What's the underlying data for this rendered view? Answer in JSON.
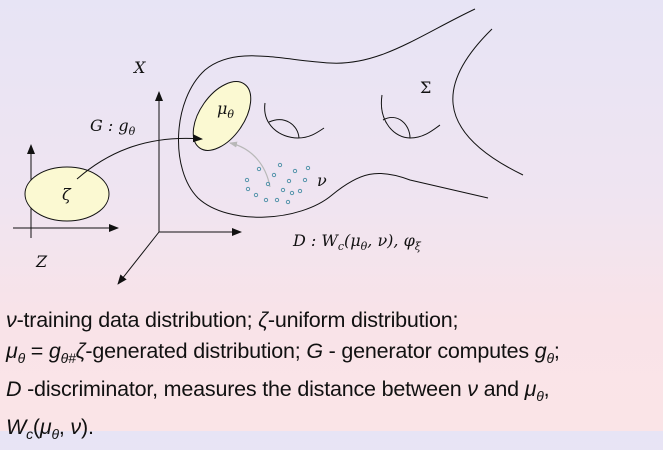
{
  "diagram": {
    "labels": {
      "x_space": [
        {
          "t": "X",
          "s": "i"
        }
      ],
      "z_space": [
        {
          "t": "Z",
          "s": "i"
        }
      ],
      "zeta": [
        {
          "t": "ζ",
          "s": "i"
        }
      ],
      "mu_theta": [
        {
          "t": "μ",
          "s": "i"
        },
        {
          "t": "θ",
          "s": "sub"
        }
      ],
      "generator": [
        {
          "t": "G : g",
          "s": "i"
        },
        {
          "t": "θ",
          "s": "sub"
        }
      ],
      "nu": [
        {
          "t": "ν",
          "s": "i"
        }
      ],
      "sigma": [
        {
          "t": "Σ",
          "s": "n"
        }
      ],
      "discriminator": [
        {
          "t": "D : W",
          "s": "i"
        },
        {
          "t": "c",
          "s": "sub"
        },
        {
          "t": "(μ",
          "s": "i"
        },
        {
          "t": "θ",
          "s": "sub"
        },
        {
          "t": ", ν), φ",
          "s": "i"
        },
        {
          "t": "ξ",
          "s": "sub"
        }
      ]
    },
    "colors": {
      "ellipse_fill": "#fbf9d2",
      "dot": "#4a8fa6",
      "stroke": "#111111",
      "gray_arrow": "#b8b8b8"
    }
  },
  "caption": {
    "lines": [
      [
        {
          "t": "ν",
          "s": "i"
        },
        {
          "t": "-training data distribution; ",
          "s": "n"
        },
        {
          "t": "ζ",
          "s": "i"
        },
        {
          "t": "-uniform distribution;",
          "s": "n"
        }
      ],
      [
        {
          "t": "μ",
          "s": "i"
        },
        {
          "t": "θ",
          "s": "sub"
        },
        {
          "t": " = ",
          "s": "n"
        },
        {
          "t": "g",
          "s": "i"
        },
        {
          "t": "θ#",
          "s": "sub"
        },
        {
          "t": "ζ",
          "s": "i"
        },
        {
          "t": "-generated distribution; ",
          "s": "n"
        },
        {
          "t": "G",
          "s": "i"
        },
        {
          "t": " - generator computes ",
          "s": "n"
        },
        {
          "t": "g",
          "s": "i"
        },
        {
          "t": "θ",
          "s": "sub"
        },
        {
          "t": ";",
          "s": "n"
        }
      ],
      [
        {
          "t": "D",
          "s": "i"
        },
        {
          "t": " -discriminator, measures the distance between ",
          "s": "n"
        },
        {
          "t": "ν",
          "s": "i"
        },
        {
          "t": " and ",
          "s": "n"
        },
        {
          "t": "μ",
          "s": "i"
        },
        {
          "t": "θ",
          "s": "sub"
        },
        {
          "t": ",",
          "s": "n"
        }
      ],
      [
        {
          "t": "W",
          "s": "i"
        },
        {
          "t": "c",
          "s": "sub"
        },
        {
          "t": "(",
          "s": "n"
        },
        {
          "t": "μ",
          "s": "i"
        },
        {
          "t": "θ",
          "s": "sub"
        },
        {
          "t": ", ",
          "s": "n"
        },
        {
          "t": "ν",
          "s": "i"
        },
        {
          "t": ").",
          "s": "n"
        }
      ]
    ]
  }
}
